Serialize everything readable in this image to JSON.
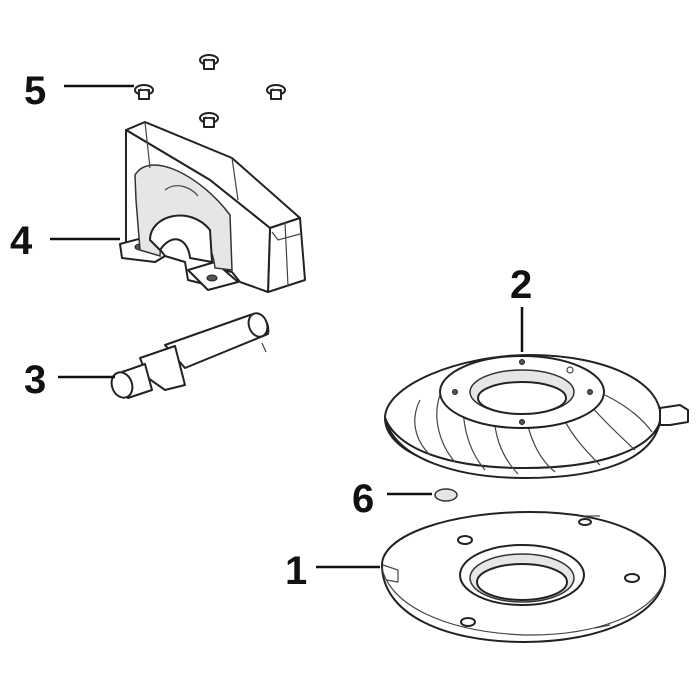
{
  "callouts": {
    "c1": "1",
    "c2": "2",
    "c3": "3",
    "c4": "4",
    "c5": "5",
    "c6": "6"
  },
  "colors": {
    "line": "#222222",
    "fill": "#ffffff",
    "shade": "#e6e6e6"
  }
}
